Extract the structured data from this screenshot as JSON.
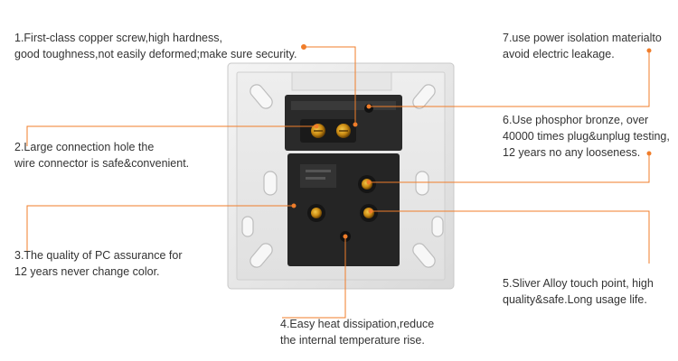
{
  "accent_color": "#f07d2a",
  "callouts": [
    {
      "id": 1,
      "lines": [
        "1.First-class copper screw,high hardness,",
        "good toughness,not easily deformed;make sure security."
      ]
    },
    {
      "id": 2,
      "lines": [
        "2.Large connection hole the",
        "wire connector is safe&convenient."
      ]
    },
    {
      "id": 3,
      "lines": [
        "3.The quality of PC assurance for",
        "12 years never change color."
      ]
    },
    {
      "id": 4,
      "lines": [
        "4.Easy heat dissipation,reduce",
        "the internal temperature rise."
      ]
    },
    {
      "id": 5,
      "lines": [
        "5.Sliver Alloy touch point, high",
        "quality&safe.Long usage life."
      ]
    },
    {
      "id": 6,
      "lines": [
        "6.Use phosphor bronze, over",
        "40000 times plug&unplug testing,",
        "12 years no any looseness."
      ]
    },
    {
      "id": 7,
      "lines": [
        "7.use power isolation materialto",
        "avoid electric leakage."
      ]
    }
  ]
}
